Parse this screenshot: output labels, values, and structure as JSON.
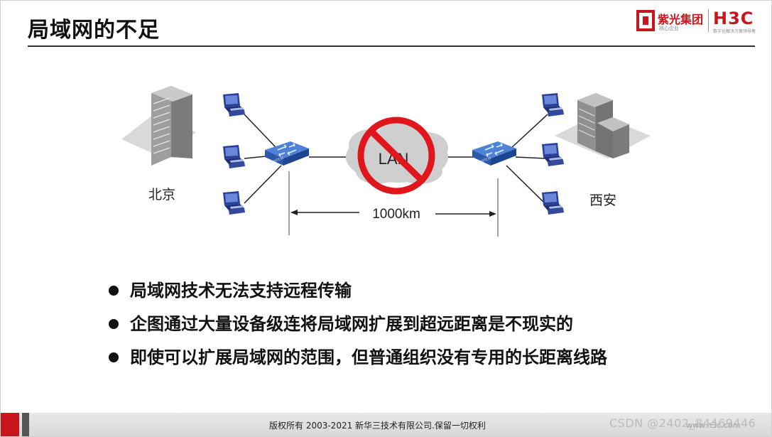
{
  "slide": {
    "title": "局域网的不足",
    "logo": {
      "unis_name": "紫光集团",
      "unis_sub": "核心企业",
      "h3c_name": "H3C",
      "h3c_sub": "数字化解决方案领导者"
    }
  },
  "diagram": {
    "left_site_label": "北京",
    "right_site_label": "西安",
    "cloud_label": "LAN",
    "distance_label": "1000km",
    "switch_label": "SWITCH"
  },
  "bullets": [
    "局域网技术无法支持远程传输",
    "企图通过大量设备级连将局域网扩展到超远距离是不现实的",
    "即使可以扩展局域网的范围，但普通组织没有专用的长距离线路"
  ],
  "footer": {
    "copyright": "版权所有 2003-2021 新华三技术有限公司.保留一切权利",
    "site": "www.h3c.com"
  },
  "watermark": "CSDN @2402_84469446",
  "colors": {
    "brand_red": "#c8161d",
    "switch_blue": "#3a6fc4",
    "pc_blue": "#2a3f9a",
    "prohibit_red": "#e0161d"
  }
}
